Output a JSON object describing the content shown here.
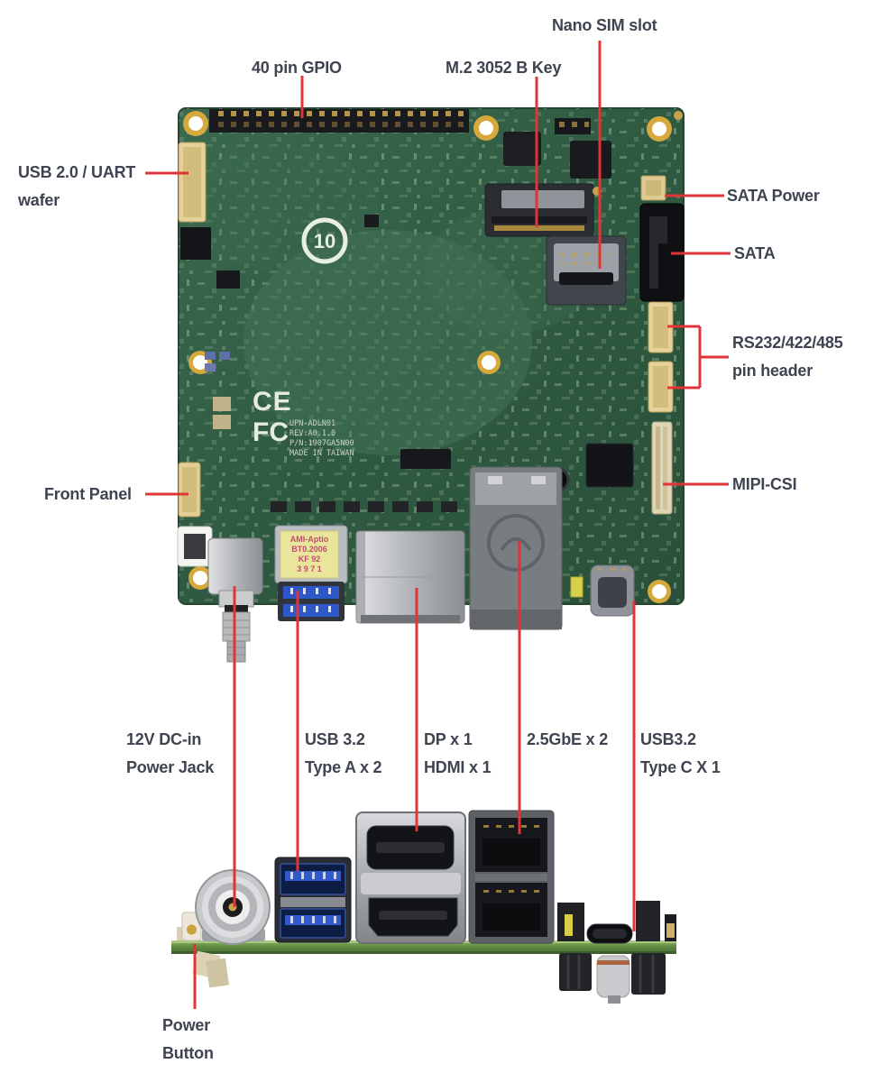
{
  "diagram": {
    "accent_color": "#e13438",
    "label_color": "#3e4450",
    "pcb_color": "#2f5a42",
    "labels": {
      "nano_sim": "Nano SIM slot",
      "gpio": "40 pin GPIO",
      "m2": "M.2 3052 B Key",
      "usb_uart_1": "USB 2.0 / UART",
      "usb_uart_2": "wafer",
      "sata_power": "SATA Power",
      "sata": "SATA",
      "rs232_1": "RS232/422/485",
      "rs232_2": "pin header",
      "mipi_csi": "MIPI-CSI",
      "front_panel": "Front Panel",
      "dc_in_1": "12V DC-in",
      "dc_in_2": "Power Jack",
      "usb_a_1": "USB 3.2",
      "usb_a_2": "Type A x 2",
      "dp_1": "DP x 1",
      "dp_2": "HDMI x 1",
      "gbe": "2.5GbE x 2",
      "usb_c_1": "USB3.2",
      "usb_c_2": "Type C X 1",
      "power_btn_1": "Power",
      "power_btn_2": "Button"
    },
    "silkscreen": {
      "ce": "CE",
      "fcc": "FC",
      "recycle": "10",
      "board_id": [
        "UPN-ADLN01",
        "REV:A0.1.0",
        "P/N:1907GA5N00",
        "MADE IN TAIWAN"
      ],
      "usb_sticker": [
        "AMI-Aptio",
        "BT0.2006",
        "KF 92",
        "3 9 7 1"
      ]
    }
  }
}
